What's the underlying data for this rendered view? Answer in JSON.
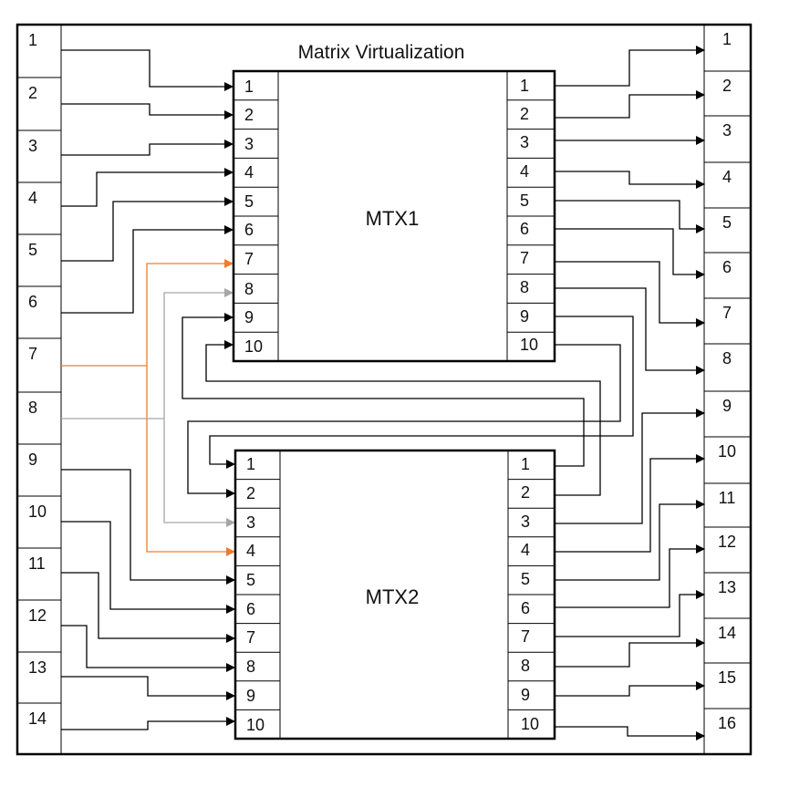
{
  "title": "Matrix Virtualization",
  "colors": {
    "line": "#000000",
    "orange": "#ed7d31",
    "gray": "#a6a6a6"
  },
  "inputs": [
    "1",
    "2",
    "3",
    "4",
    "5",
    "6",
    "7",
    "8",
    "9",
    "10",
    "11",
    "12",
    "13",
    "14"
  ],
  "outputs": [
    "1",
    "2",
    "3",
    "4",
    "5",
    "6",
    "7",
    "8",
    "9",
    "10",
    "11",
    "12",
    "13",
    "14",
    "15",
    "16"
  ],
  "mtx1": {
    "name": "MTX1",
    "in_ports": [
      "1",
      "2",
      "3",
      "4",
      "5",
      "6",
      "7",
      "8",
      "9",
      "10"
    ],
    "out_ports": [
      "1",
      "2",
      "3",
      "4",
      "5",
      "6",
      "7",
      "8",
      "9",
      "10"
    ]
  },
  "mtx2": {
    "name": "MTX2",
    "in_ports": [
      "1",
      "2",
      "3",
      "4",
      "5",
      "6",
      "7",
      "8",
      "9",
      "10"
    ],
    "out_ports": [
      "1",
      "2",
      "3",
      "4",
      "5",
      "6",
      "7",
      "8",
      "9",
      "10"
    ]
  }
}
